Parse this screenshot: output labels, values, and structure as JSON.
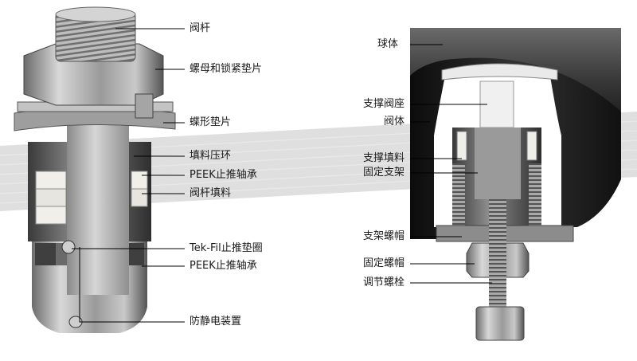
{
  "left_labels": [
    {
      "key": "stem",
      "text": "阀杆"
    },
    {
      "key": "nut_lock",
      "text": "螺母和锁紧垫片"
    },
    {
      "key": "belleville",
      "text": "蝶形垫片"
    },
    {
      "key": "gland",
      "text": "填料压环"
    },
    {
      "key": "peek_bearing_top",
      "text": "PEEK止推轴承"
    },
    {
      "key": "stem_packing",
      "text": "阀杆填料"
    },
    {
      "key": "tekfil",
      "text": "Tek-Fil止推垫圈"
    },
    {
      "key": "peek_bearing_bottom",
      "text": "PEEK止推轴承"
    },
    {
      "key": "antistatic",
      "text": "防静电装置"
    }
  ],
  "right_labels": [
    {
      "key": "ball",
      "text": "球体"
    },
    {
      "key": "support_seat",
      "text": "支撑阀座"
    },
    {
      "key": "body",
      "text": "阀体"
    },
    {
      "key": "support_packing",
      "text": "支撑填料"
    },
    {
      "key": "fixed_bracket",
      "text": "固定支架"
    },
    {
      "key": "bracket_nut",
      "text": "支架螺帽"
    },
    {
      "key": "fixed_nut",
      "text": "固定螺帽"
    },
    {
      "key": "adjust_bolt",
      "text": "调节螺栓"
    }
  ],
  "colors": {
    "steel": "#b8b8b8",
    "dark_steel": "#5e5e5e",
    "body_black": "#1c1c1c",
    "peek_white": "#efefe9",
    "line": "#000000"
  }
}
